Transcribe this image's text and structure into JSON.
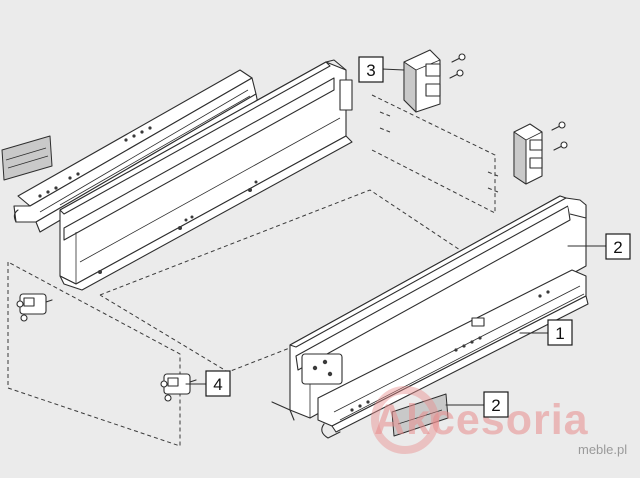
{
  "callouts": {
    "c3": "3",
    "c2_side": "2",
    "c1": "1",
    "c4": "4",
    "c2_bottom": "2"
  },
  "watermark": {
    "brand": "Akcesoria",
    "sub": "meble.pl",
    "color": "#e88d8d"
  }
}
